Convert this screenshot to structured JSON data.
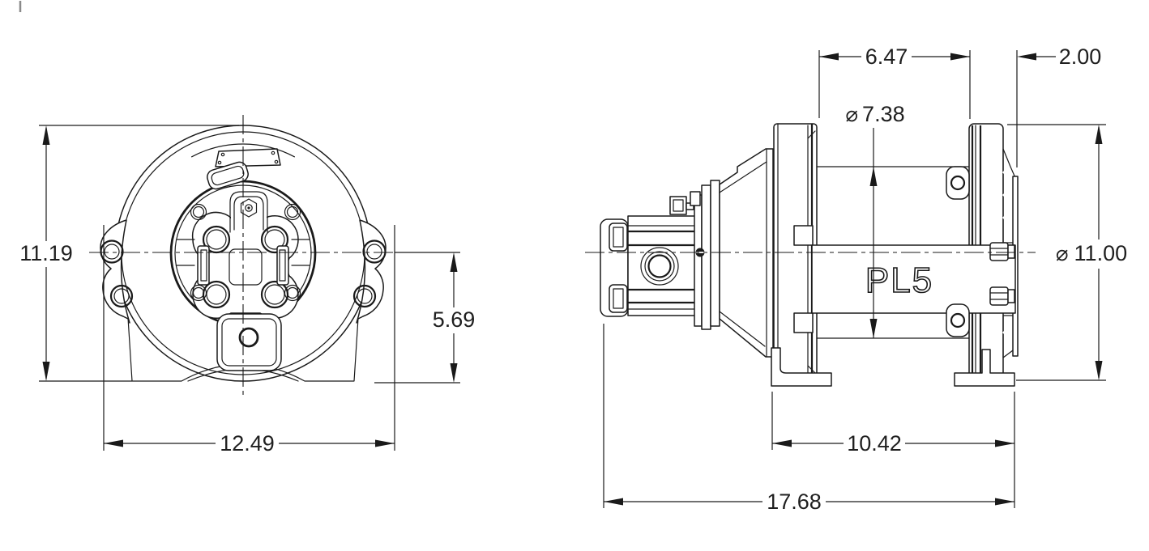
{
  "drawing": {
    "drum_model_label": "PL5",
    "diameter_symbol": "⌀",
    "front_view": {
      "overall_height": "11.19",
      "center_to_base": "5.69",
      "overall_width": "12.49"
    },
    "side_view": {
      "flange_inner_width": "6.47",
      "end_width": "2.00",
      "barrel_diameter": "7.38",
      "flange_diameter": "11.00",
      "foot_length": "10.42",
      "overall_length": "17.68"
    }
  }
}
